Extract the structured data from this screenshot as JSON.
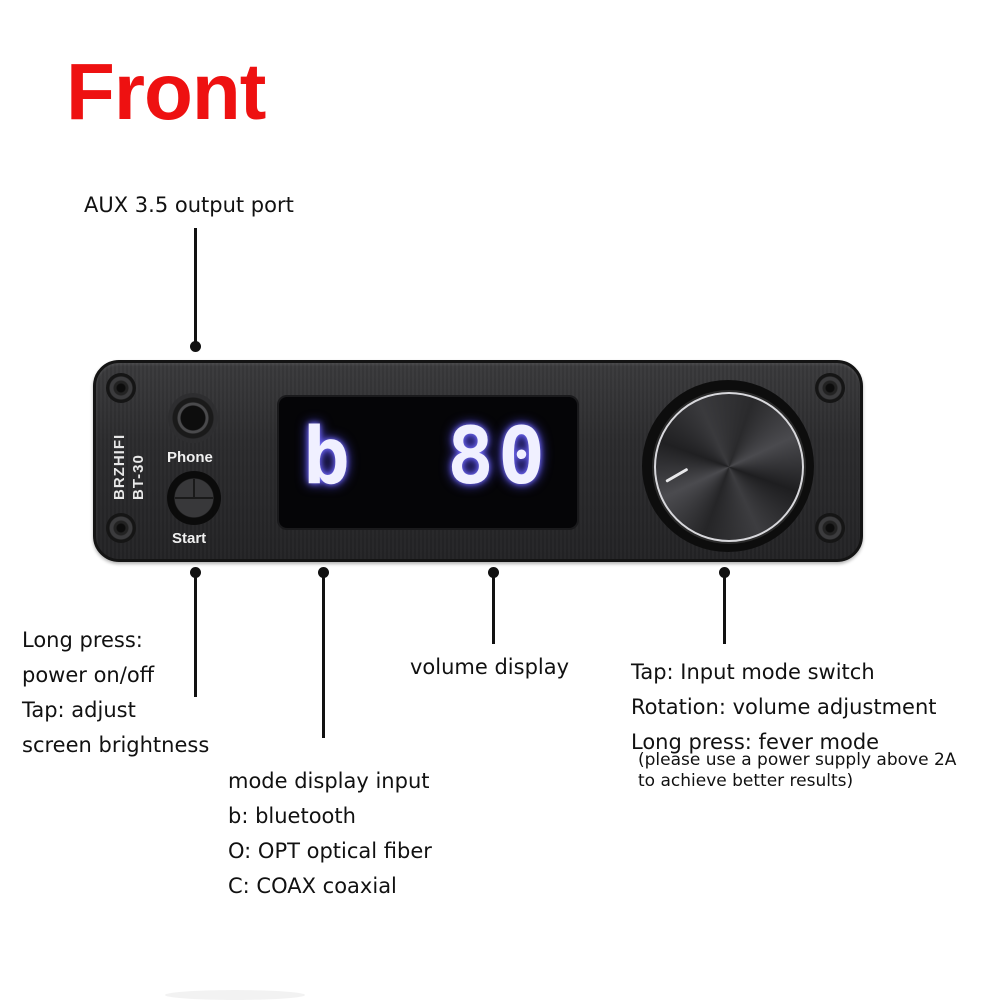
{
  "title": "Front",
  "colors": {
    "title": "#ee1111",
    "display_glow": "#7b74ff",
    "panel": "#2b2b2d"
  },
  "device": {
    "brand": "BRZHIFI",
    "model": "BT-30",
    "jack_label": "Phone",
    "button_label": "Start",
    "display": {
      "mode_char": "b",
      "volume": "80"
    }
  },
  "callouts": {
    "aux": {
      "text": "AUX 3.5 output port"
    },
    "start_button": {
      "lines": [
        "Long press:",
        "power on/off",
        "Tap: adjust",
        "screen brightness"
      ]
    },
    "mode_display": {
      "lines": [
        "mode display input",
        "b: bluetooth",
        "O: OPT optical fiber",
        "C: COAX coaxial"
      ]
    },
    "volume_display": {
      "text": "volume display"
    },
    "knob": {
      "lines": [
        "Tap: Input mode switch",
        "Rotation: volume adjustment",
        "Long press: fever mode"
      ],
      "note": [
        "(please use a power supply above 2A",
        "to achieve better results)"
      ]
    }
  }
}
